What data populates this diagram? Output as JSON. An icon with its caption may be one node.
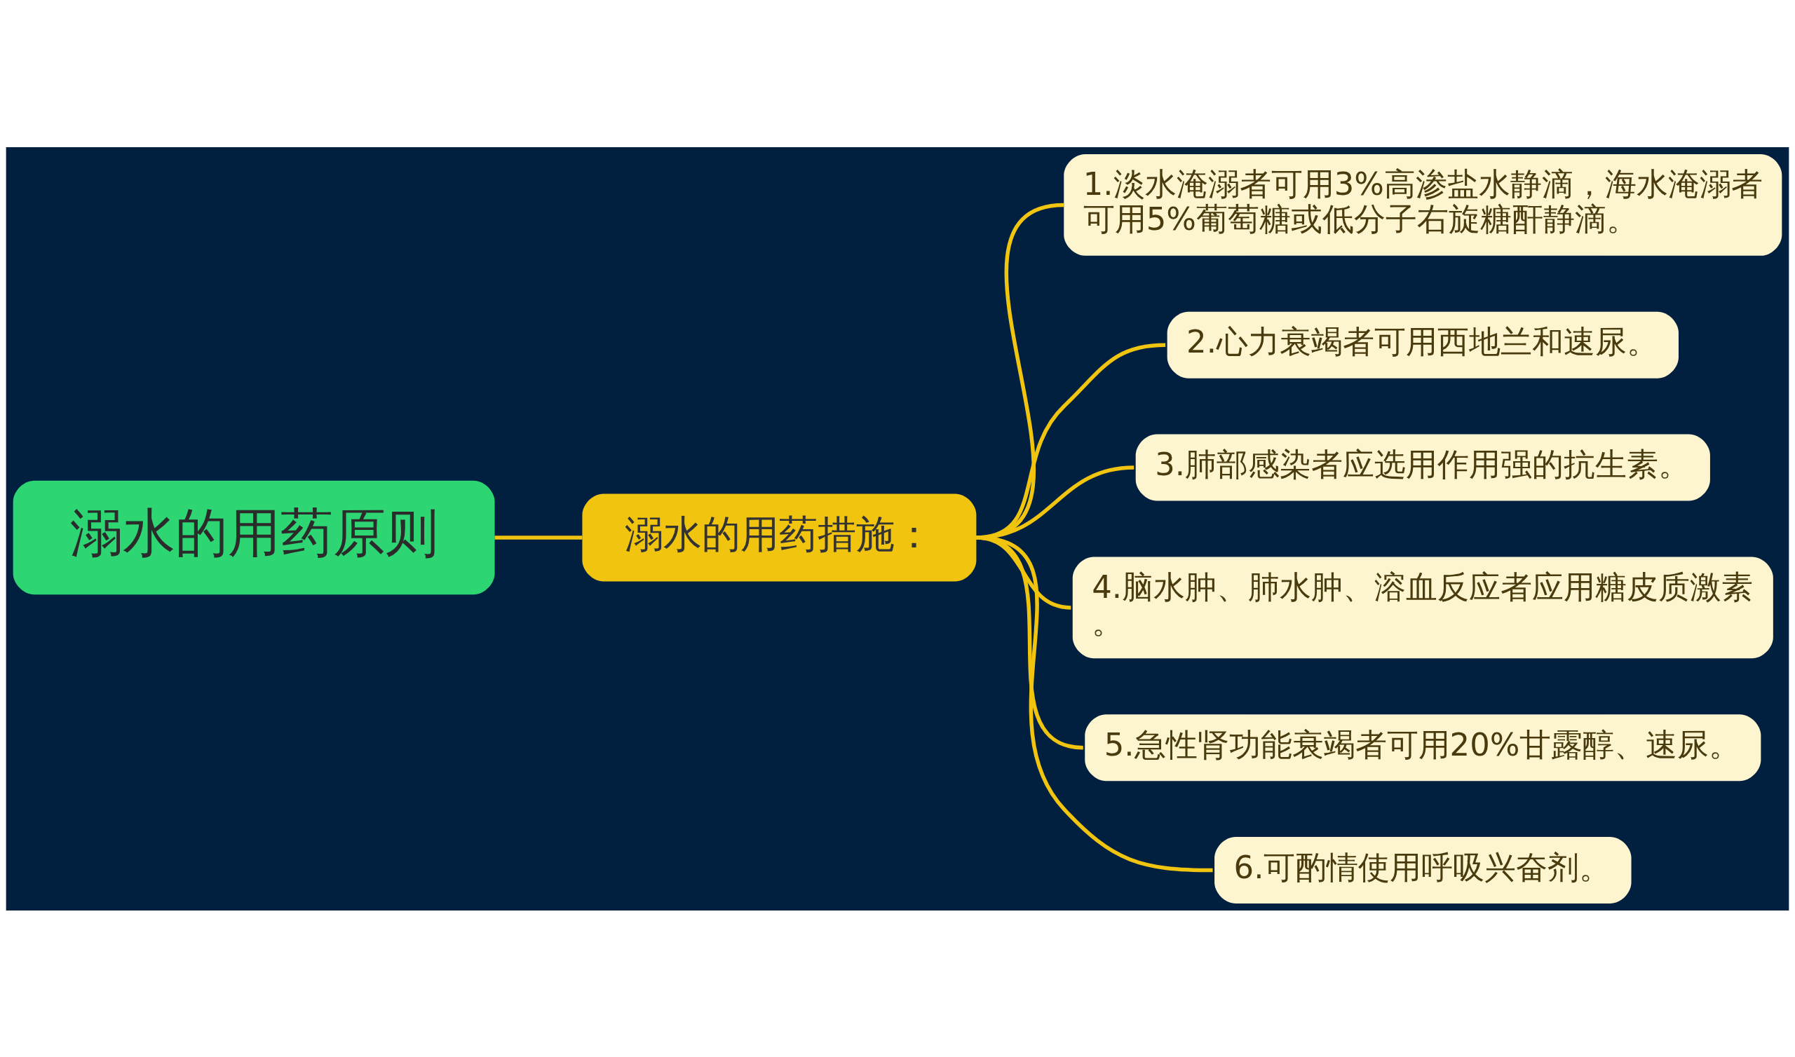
{
  "diagram": {
    "nodes": [
      {
        "text": [
          "溺水的用药原则"
        ]
      },
      {
        "text": [
          "溺水的用药措施："
        ]
      },
      {
        "text": [
          "1.淡水淹溺者可用3%高渗盐水静滴，海水淹溺者可用5%葡萄糖或低分子右旋糖酐静滴。"
        ]
      },
      {
        "text": [
          "2.心力衰竭者可用西地兰和速尿。"
        ]
      },
      {
        "text": [
          "3.肺部感染者应选用作用强的抗生素。"
        ]
      },
      {
        "text": [
          "4.脑水肿、肺水肿、溶血反应者应用糖皮质激素。"
        ]
      },
      {
        "text": [
          "5.急性肾功能衰竭者可用20%甘露醇、速尿。"
        ]
      },
      {
        "text": [
          "6.可酌情使用呼吸兴奋剂。"
        ]
      }
    ],
    "edges": [
      {
        "from": 0,
        "to": 1,
        "arrow": "none"
      },
      {
        "from": 1,
        "to": 2,
        "arrow": "none"
      },
      {
        "from": 1,
        "to": 3,
        "arrow": "none"
      },
      {
        "from": 1,
        "to": 4,
        "arrow": "none"
      },
      {
        "from": 1,
        "to": 5,
        "arrow": "none"
      },
      {
        "from": 1,
        "to": 6,
        "arrow": "none"
      },
      {
        "from": 1,
        "to": 7,
        "arrow": "none"
      }
    ]
  }
}
